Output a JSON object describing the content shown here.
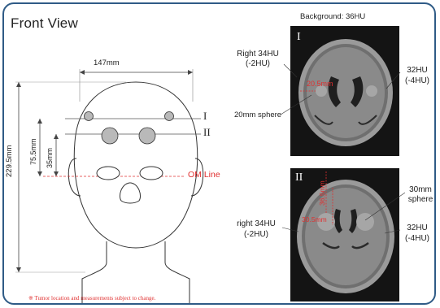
{
  "title": "Front View",
  "background_label": "Background: 36HU",
  "head": {
    "width": "147mm",
    "height": "229.5mm",
    "dim_upper": "75.5mm",
    "dim_lower": "35mm",
    "om_line": "OM Line",
    "level_1": "I",
    "level_2": "II"
  },
  "ct1": {
    "numeral": "I",
    "left_label_1": "Right 34HU",
    "left_label_2": "(-2HU)",
    "right_label_1": "32HU",
    "right_label_2": "(-4HU)",
    "sphere_label": "20mm sphere",
    "inner_label": "20.5mm"
  },
  "ct2": {
    "numeral": "II",
    "left_label_1": "right 34HU",
    "left_label_2": "(-2HU)",
    "right_label_1": "32HU",
    "right_label_2": "(-4HU)",
    "sphere_label_1": "30mm",
    "sphere_label_2": "sphere",
    "inner_label_1": "36.5mm",
    "inner_label_2": "30.5mm"
  },
  "note": "※  Tumor location and measurements subject to change.",
  "colors": {
    "frame": "#2f5b86",
    "annotation_red": "#e03030",
    "sphere_fill": "#b9b9b9"
  }
}
